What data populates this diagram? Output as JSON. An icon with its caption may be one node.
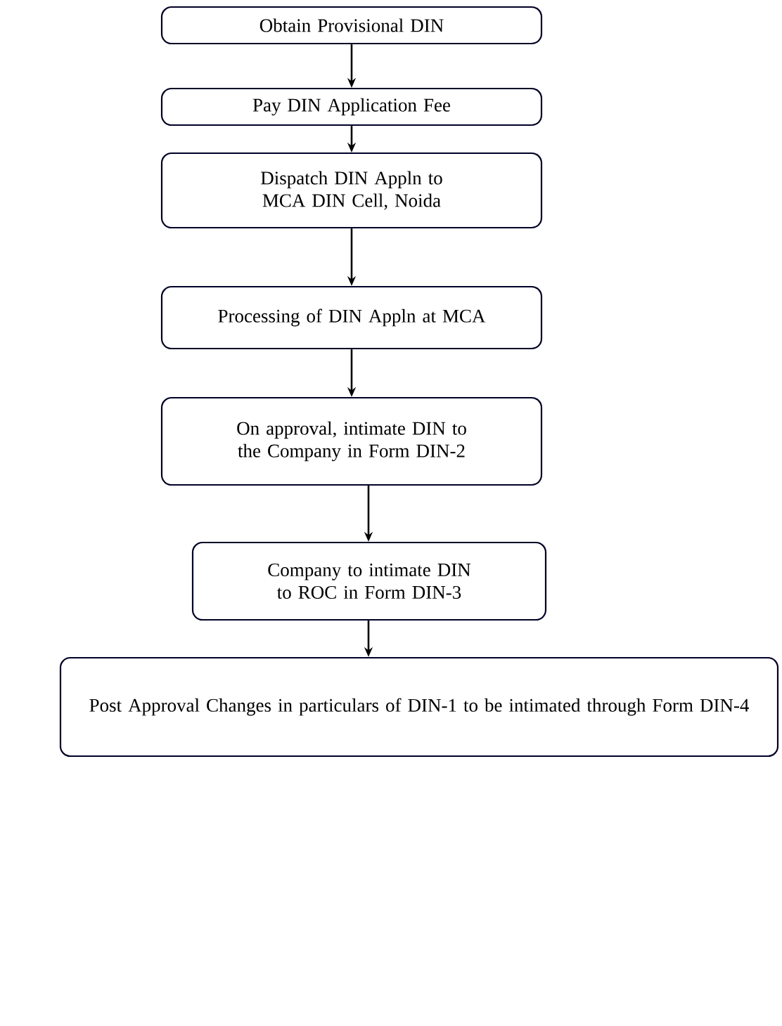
{
  "diagram": {
    "nodes": [
      {
        "text": [
          "Obtain Provisional DIN"
        ]
      },
      {
        "text": [
          "Pay DIN Application Fee"
        ]
      },
      {
        "text": [
          "Dispatch DIN Appln to MCA DIN Cell, Noida"
        ]
      },
      {
        "text": [
          "Processing of DIN Appln at MCA"
        ]
      },
      {
        "text": [
          "On approval, intimate DIN to the Company in Form DIN-2"
        ]
      },
      {
        "text": [
          "Company to intimate DIN to ROC in Form DIN-3"
        ]
      },
      {
        "text": [
          "Post Approval Changes in particulars of DIN-1 to be intimated through Form DIN-4"
        ]
      }
    ],
    "edges": [
      {
        "from": 0,
        "to": 1,
        "arrow": "to"
      },
      {
        "from": 1,
        "to": 2,
        "arrow": "to"
      },
      {
        "from": 2,
        "to": 3,
        "arrow": "to"
      },
      {
        "from": 3,
        "to": 4,
        "arrow": "to"
      },
      {
        "from": 4,
        "to": 5,
        "arrow": "to"
      },
      {
        "from": 5,
        "to": 6,
        "arrow": "to"
      }
    ]
  }
}
